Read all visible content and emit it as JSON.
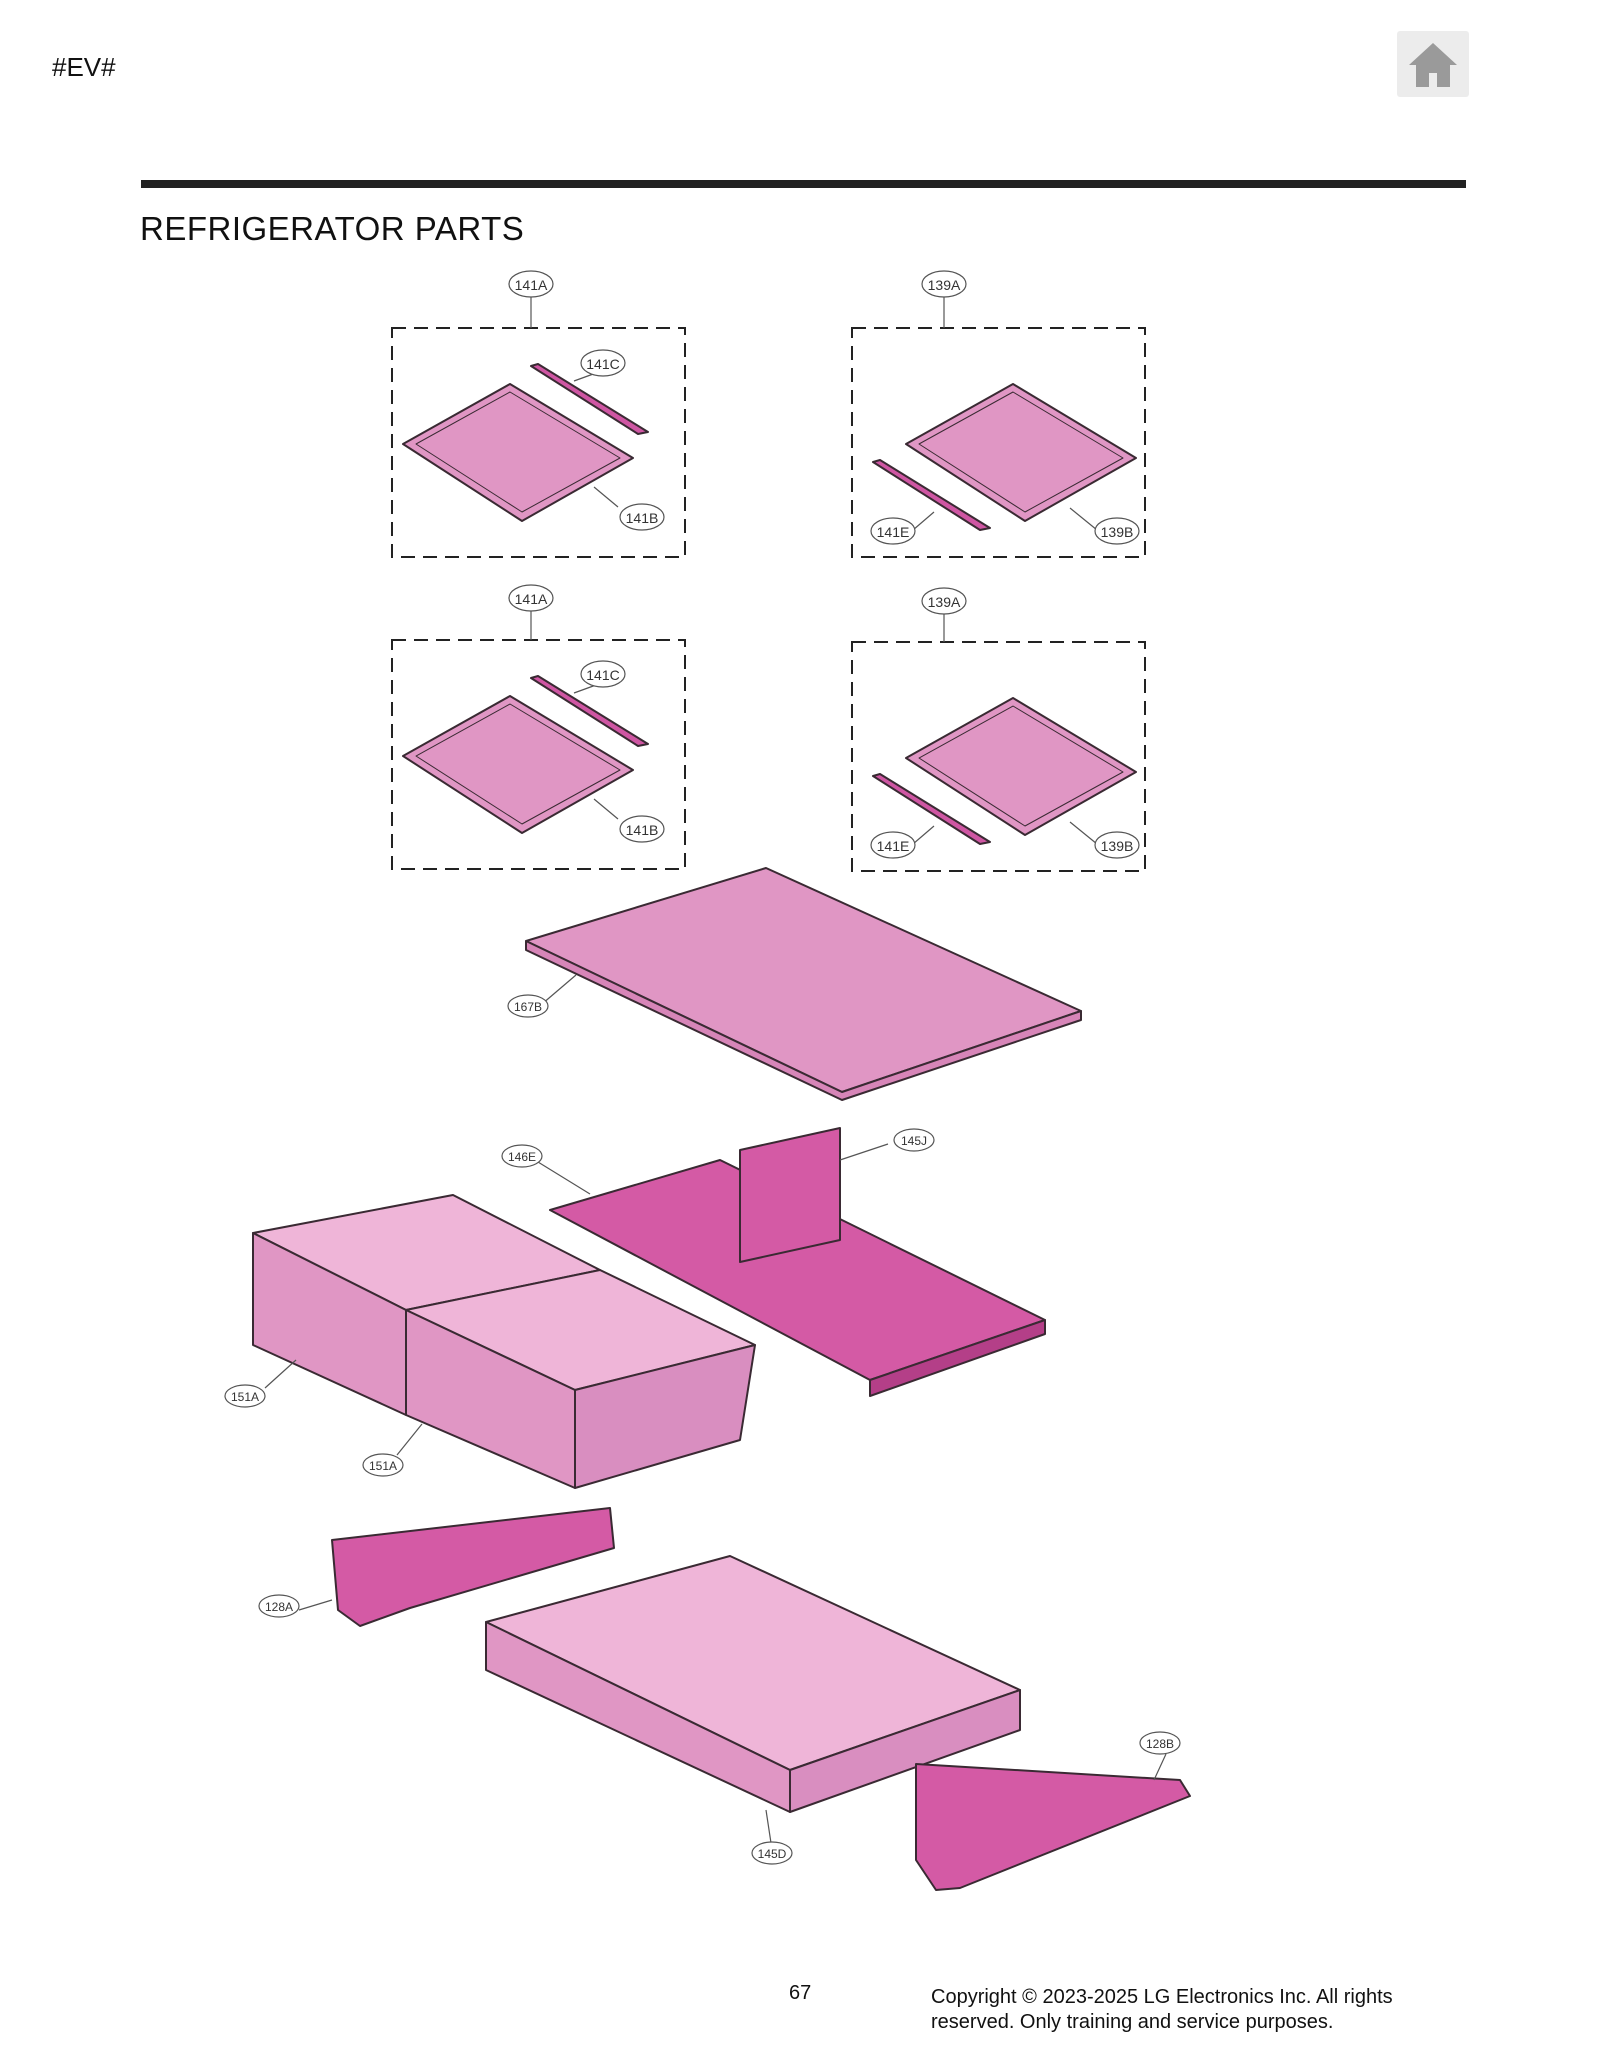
{
  "header": {
    "page_tag": "#EV#",
    "home_icon": "home-icon"
  },
  "title": "REFRIGERATOR PARTS",
  "callouts": {
    "c141a_1": "141A",
    "c141c_1": "141C",
    "c141b_1": "141B",
    "c139a_1": "139A",
    "c141e_1": "141E",
    "c139b_1": "139B",
    "c141a_2": "141A",
    "c141c_2": "141C",
    "c141b_2": "141B",
    "c139a_2": "139A",
    "c141e_2": "141E",
    "c139b_2": "139B",
    "c167b": "167B",
    "c146e": "146E",
    "c145j": "145J",
    "c151a_1": "151A",
    "c151a_2": "151A",
    "c128a": "128A",
    "c128b": "128B",
    "c145d": "145D"
  },
  "colors": {
    "part_fill": "#e096c4",
    "part_dark": "#cf56a3",
    "outline": "#3a2a33"
  },
  "footer": {
    "page_number": "67",
    "copyright_line1": "Copyright © 2023-2025 LG Electronics Inc. All rights",
    "copyright_line2": "reserved. Only training and service purposes."
  }
}
